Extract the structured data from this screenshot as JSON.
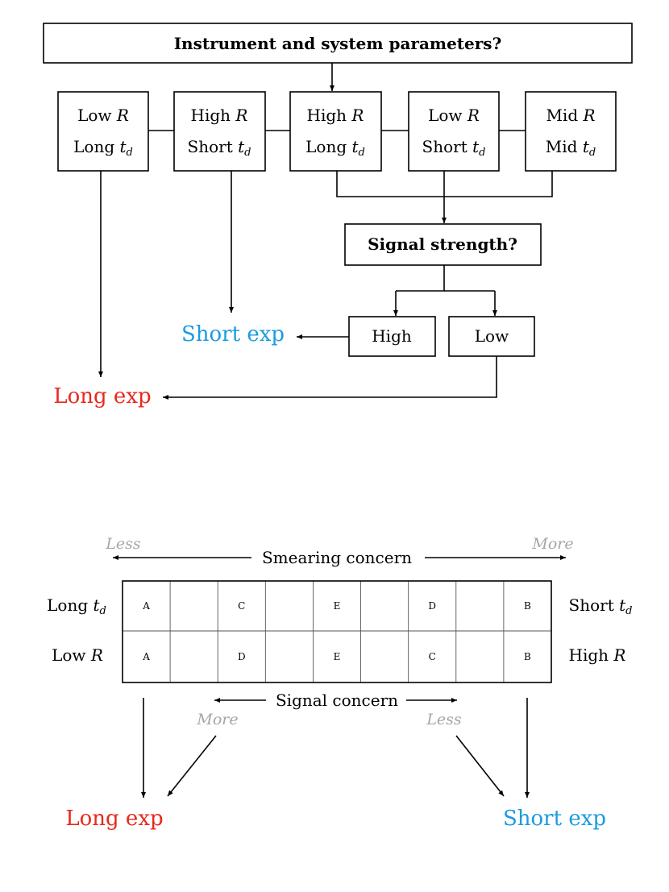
{
  "top_flowchart": {
    "title": "Instrument and system parameters?",
    "param_boxes": [
      {
        "r": "Low",
        "td": "Long"
      },
      {
        "r": "High",
        "td": "Short"
      },
      {
        "r": "High",
        "td": "Long"
      },
      {
        "r": "Low",
        "td": "Short"
      },
      {
        "r": "Mid",
        "td": "Mid"
      }
    ],
    "r_symbol": "R",
    "td_symbol": "t",
    "td_subscript": "d",
    "signal_question": "Signal strength?",
    "signal_high": "High",
    "signal_low": "Low",
    "short_exp": "Short exp",
    "long_exp": "Long exp"
  },
  "bottom_scale": {
    "smearing_label": "Smearing concern",
    "smearing_left": "Less",
    "smearing_right": "More",
    "row1_left_word": "Long",
    "row1_right_word": "Short",
    "row2_left_word": "Low",
    "row2_right_word": "High",
    "row1_cells": [
      "A",
      "",
      "C",
      "",
      "E",
      "",
      "D",
      "",
      "B"
    ],
    "row2_cells": [
      "A",
      "",
      "D",
      "",
      "E",
      "",
      "C",
      "",
      "B"
    ],
    "signal_label": "Signal concern",
    "signal_left": "More",
    "signal_right": "Less",
    "long_exp": "Long exp",
    "short_exp": "Short exp"
  },
  "colors": {
    "long_exp": "#e8291c",
    "short_exp": "#1a9be0",
    "faint": "#a6a6a6",
    "line": "#000000"
  }
}
